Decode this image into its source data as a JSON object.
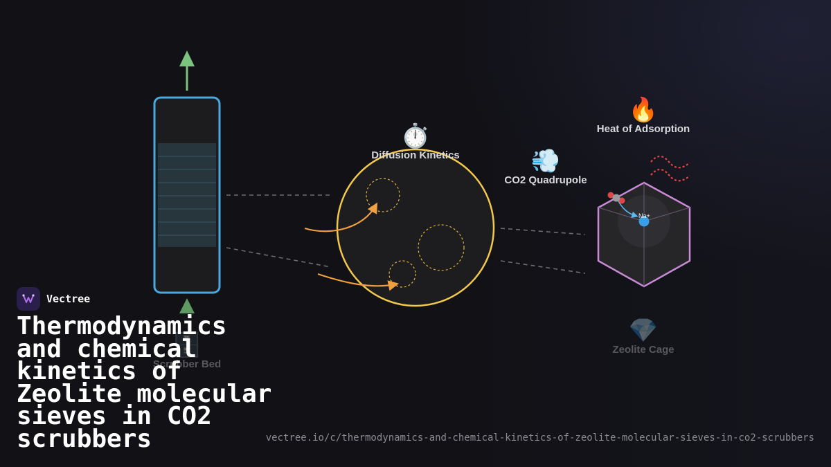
{
  "diagram": {
    "scrubber_bed_label": "Scrubber Bed",
    "scrubber_bed_icon": "scrubber-bed-icon",
    "diffusion_label": "Diffusion Kinetics",
    "diffusion_icon": "stopwatch-icon",
    "co2_label": "CO2 Quadrupole",
    "co2_icon": "gas-puff-icon",
    "heat_label": "Heat of Adsorption",
    "heat_icon": "fire-icon",
    "zeolite_label": "Zeolite Cage",
    "zeolite_icon": "gem-icon",
    "cation_label": "Na+"
  },
  "brand": {
    "name": "Vectree"
  },
  "title": "Thermodynamics and chemical kinetics of Zeolite molecular sieves in CO2 scrubbers",
  "url": "vectree.io/c/thermodynamics-and-chemical-kinetics-of-zeolite-molecular-sieves-in-co2-scrubbers",
  "colors": {
    "background": "#111116",
    "column_outline": "#4aa8e0",
    "arrow_green": "#7bc47f",
    "pore_yellow": "#f2c94c",
    "flow_orange": "#f0a040",
    "hex_purple": "#c98ad6",
    "cation_blue": "#3b9fe8",
    "heat_red": "#e04848"
  }
}
